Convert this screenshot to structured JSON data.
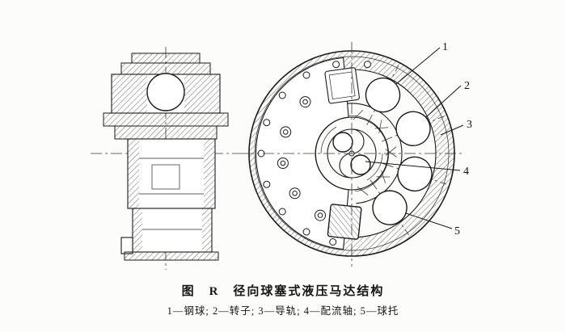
{
  "figure": {
    "caption": "图　R　径向球塞式液压马达结构",
    "legend": "1—钢球; 2—转子; 3—导轨; 4—配流轴; 5—球托",
    "callouts": [
      {
        "label": "1"
      },
      {
        "label": "2"
      },
      {
        "label": "3"
      },
      {
        "label": "4"
      },
      {
        "label": "5"
      }
    ],
    "colors": {
      "ink": "#1a1a1a",
      "paper": "#fcfcfa"
    }
  }
}
